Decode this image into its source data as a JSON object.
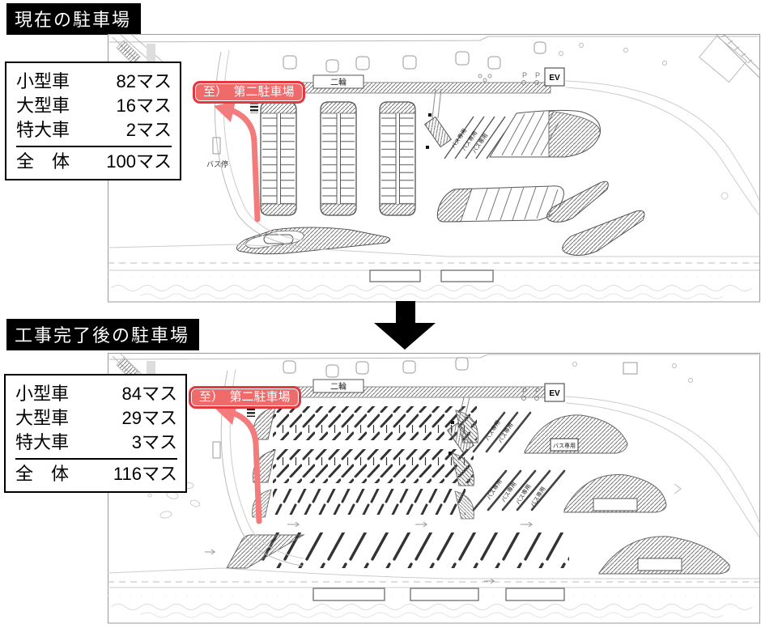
{
  "before": {
    "banner": "現在の駐車場",
    "table": {
      "rows": [
        {
          "label": "小型車",
          "value": "82マス"
        },
        {
          "label": "大型車",
          "value": "16マス"
        },
        {
          "label": "特大車",
          "value": "2マス"
        }
      ],
      "total": {
        "label": "全　体",
        "value": "100マス"
      }
    },
    "route_label": "至）　第二駐車場",
    "labels": {
      "two_wheeler": "二輪",
      "elevator": "EV",
      "bus_stop": "バス停",
      "bus_only": "バス専用"
    }
  },
  "after": {
    "banner": "工事完了後の駐車場",
    "table": {
      "rows": [
        {
          "label": "小型車",
          "value": "84マス"
        },
        {
          "label": "大型車",
          "value": "29マス"
        },
        {
          "label": "特大車",
          "value": "3マス"
        }
      ],
      "total": {
        "label": "全　体",
        "value": "116マス"
      }
    },
    "route_label": "至）　第二駐車場",
    "labels": {
      "two_wheeler": "二輪",
      "elevator": "EV",
      "bus_only": "バス専用"
    }
  },
  "colors": {
    "banner_bg": "#000000",
    "banner_fg": "#ffffff",
    "route_border": "#e2383e",
    "route_fill": "#ef6a6a",
    "route_arrow": "#f37b7b",
    "plan_line": "#bbbbbb",
    "stroke_dark": "#333333"
  }
}
